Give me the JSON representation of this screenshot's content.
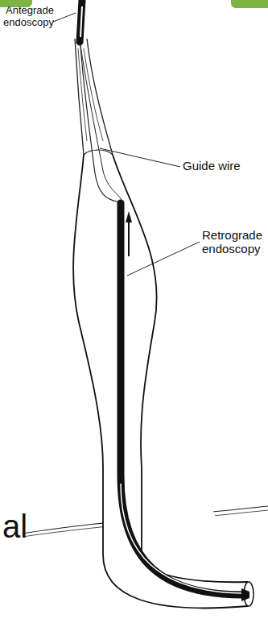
{
  "diagram": {
    "labels": [
      "Antegrade endoscopy",
      "Guide wire",
      "Retrograde endoscopy",
      "al"
    ]
  }
}
